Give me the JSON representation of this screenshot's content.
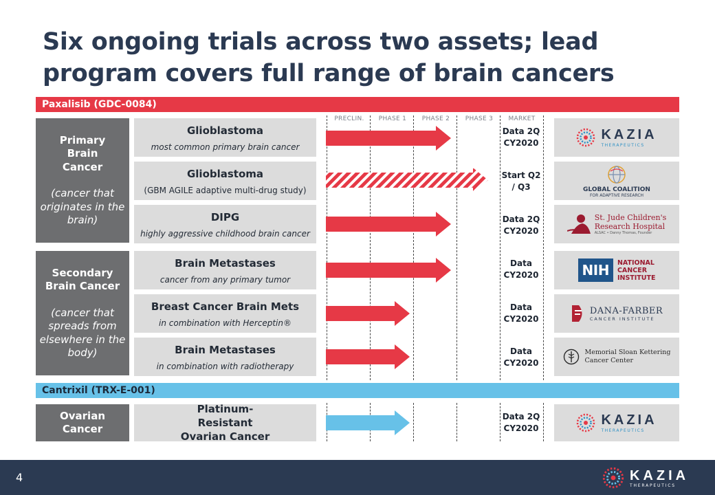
{
  "title": "Six ongoing trials across two assets; lead program covers full range of brain cancers",
  "assets": {
    "paxalisib": "Paxalisib (GDC-0084)",
    "cantrixil": "Cantrixil (TRX-E-001)"
  },
  "phases": [
    "PRECLIN.",
    "PHASE 1",
    "PHASE 2",
    "PHASE 3",
    "MARKET"
  ],
  "groups": {
    "primary": {
      "title": "Primary Brain Cancer",
      "subtitle": "(cancer that originates in the brain)"
    },
    "secondary": {
      "title": "Secondary Brain Cancer",
      "subtitle": "(cancer that spreads from elsewhere in the body)"
    },
    "ovarian": {
      "title": "Ovarian Cancer"
    }
  },
  "trials": [
    {
      "title": "Glioblastoma",
      "subtitle": "most common primary brain cancer",
      "status": "Data 2Q CY2020",
      "progress": "Phase 2",
      "partner": "KAZIA"
    },
    {
      "title": "Glioblastoma",
      "subtitle": "(GBM AGILE adaptive multi-drug study)",
      "status": "Start Q2 / Q3",
      "progress": "Phase 3 (planned)",
      "partner": "GLOBAL COALITION FOR ADAPTIVE RESEARCH"
    },
    {
      "title": "DIPG",
      "subtitle": "highly aggressive childhood brain cancer",
      "status": "Data 2Q CY2020",
      "progress": "Phase 2",
      "partner": "St. Jude Children's Research Hospital"
    },
    {
      "title": "Brain Metastases",
      "subtitle": "cancer from any primary tumor",
      "status": "Data CY2020",
      "progress": "Phase 2",
      "partner": "NIH NATIONAL CANCER INSTITUTE"
    },
    {
      "title": "Breast Cancer Brain Mets",
      "subtitle": "in combination with Herceptin®",
      "status": "Data CY2020",
      "progress": "Phase 1",
      "partner": "DANA-FARBER CANCER INSTITUTE"
    },
    {
      "title": "Brain Metastases",
      "subtitle": "in combination with radiotherapy",
      "status": "Data CY2020",
      "progress": "Phase 1",
      "partner": "Memorial Sloan Kettering Cancer Center"
    },
    {
      "title": "Platinum-Resistant Ovarian Cancer",
      "subtitle": "",
      "status": "Data 2Q CY2020",
      "progress": "Phase 1",
      "partner": "KAZIA"
    }
  ],
  "logos": {
    "kazia_name": "KAZIA",
    "kazia_tag": "THERAPEUTICS",
    "gcar_line1": "GLOBAL COALITION",
    "gcar_line2": "FOR ADAPTIVE RESEARCH",
    "stjude_line1": "St. Jude Children's",
    "stjude_line2": "Research Hospital",
    "stjude_line3": "ALSAC • Danny Thomas, Founder",
    "nih_mark": "NIH",
    "nih_line1": "NATIONAL",
    "nih_line2": "CANCER",
    "nih_line3": "INSTITUTE",
    "df_line1": "DANA-FARBER",
    "df_line2": "CANCER INSTITUTE",
    "msk_line1": "Memorial Sloan Kettering",
    "msk_line2": "Cancer Center"
  },
  "colors": {
    "navy": "#2b3a52",
    "red": "#e63946",
    "blue": "#67c1e8",
    "gray": "#6d6e70",
    "light_gray": "#dcdcdc"
  },
  "footer": {
    "page_number": "4"
  }
}
